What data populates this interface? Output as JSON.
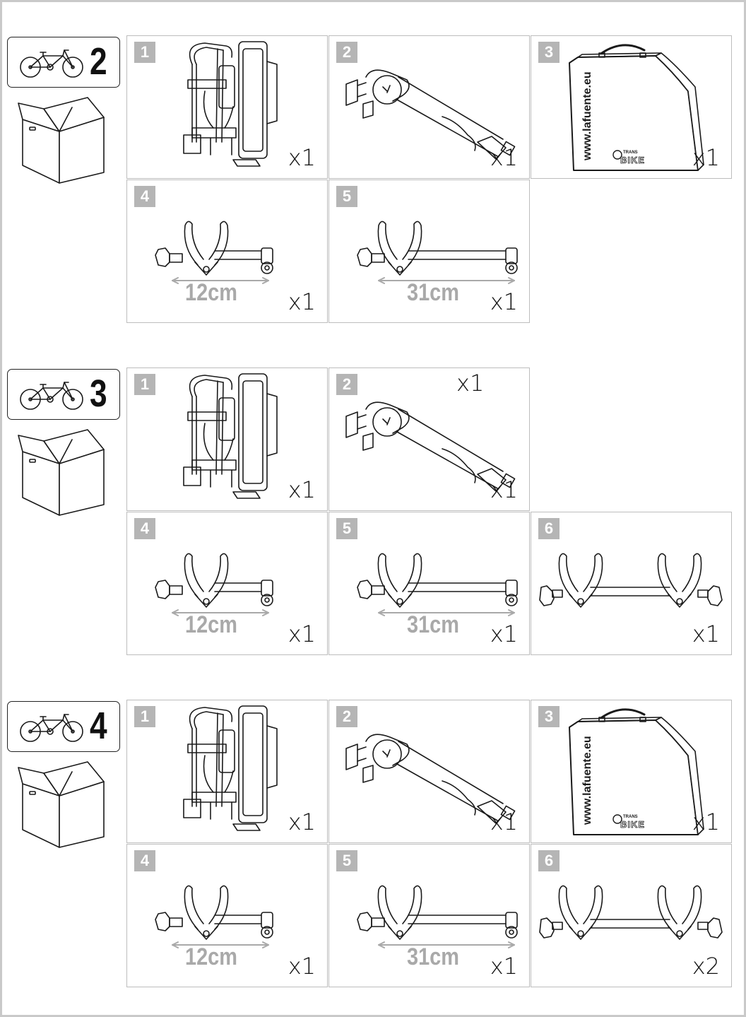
{
  "sections": [
    {
      "bike_count": "2",
      "cells": [
        {
          "num": "1",
          "qty": "x1",
          "part": "mount"
        },
        {
          "num": "2",
          "qty": "x1",
          "part": "arm"
        },
        {
          "num": "3",
          "qty": "x1",
          "part": "bag",
          "bag_text": "www.lafuente.eu",
          "brand_small": "TRANS",
          "brand_big": "BIKE"
        },
        {
          "num": "4",
          "qty": "x1",
          "part": "clamp-short",
          "dim": "12cm"
        },
        {
          "num": "5",
          "qty": "x1",
          "part": "clamp-long",
          "dim": "31cm"
        }
      ]
    },
    {
      "bike_count": "3",
      "cells": [
        {
          "num": "1",
          "qty": "x1",
          "part": "mount"
        },
        {
          "num": "2",
          "qty": "x1",
          "qty_top": "x1",
          "part": "arm"
        },
        {
          "num": "4",
          "qty": "x1",
          "part": "clamp-short",
          "dim": "12cm"
        },
        {
          "num": "5",
          "qty": "x1",
          "part": "clamp-long",
          "dim": "31cm"
        },
        {
          "num": "6",
          "qty": "x1",
          "part": "clamp-double"
        }
      ]
    },
    {
      "bike_count": "4",
      "cells": [
        {
          "num": "1",
          "qty": "x1",
          "part": "mount"
        },
        {
          "num": "2",
          "qty": "x1",
          "part": "arm"
        },
        {
          "num": "3",
          "qty": "x1",
          "part": "bag",
          "bag_text": "www.lafuente.eu",
          "brand_small": "TRANS",
          "brand_big": "BIKE"
        },
        {
          "num": "4",
          "qty": "x1",
          "part": "clamp-short",
          "dim": "12cm"
        },
        {
          "num": "5",
          "qty": "x1",
          "part": "clamp-long",
          "dim": "31cm"
        },
        {
          "num": "6",
          "qty": "x2",
          "part": "clamp-double"
        }
      ]
    }
  ]
}
